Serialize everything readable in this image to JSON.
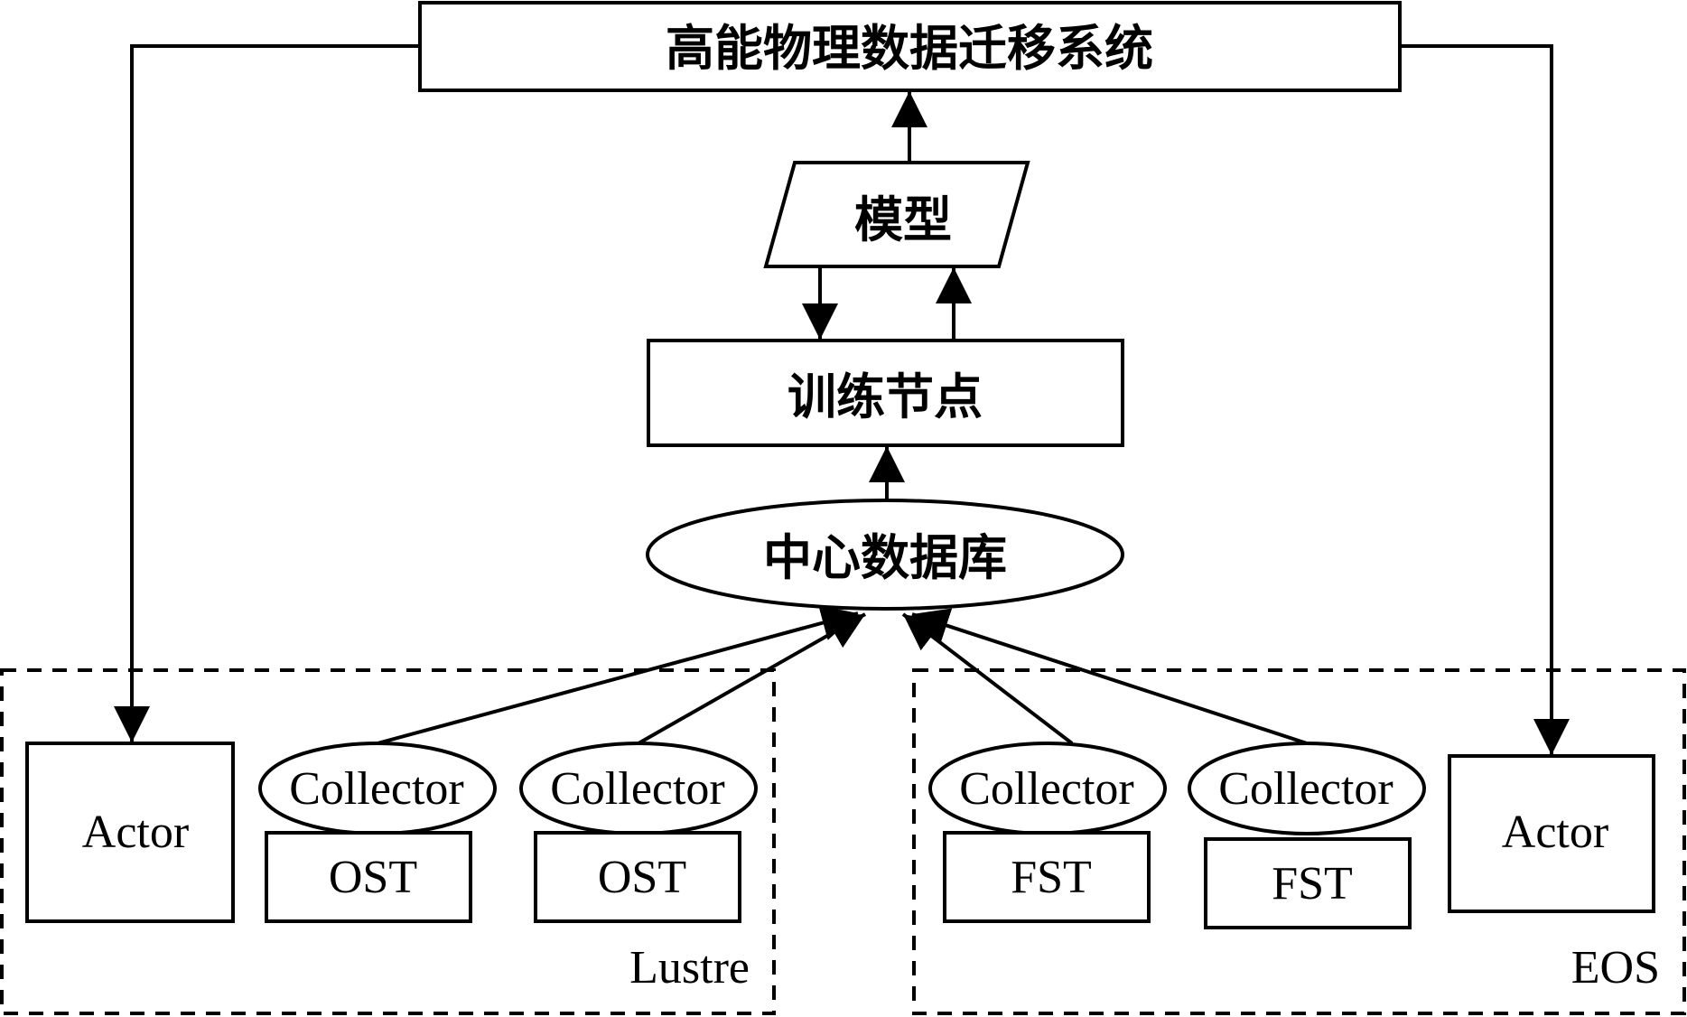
{
  "diagram": {
    "title_box": "高能物理数据迁移系统",
    "model": "模型",
    "training_node": "训练节点",
    "central_db": "中心数据库",
    "lustre": {
      "label": "Lustre",
      "actor": "Actor",
      "collectors": [
        "Collector",
        "Collector"
      ],
      "targets": [
        "OST",
        "OST"
      ]
    },
    "eos": {
      "label": "EOS",
      "actor": "Actor",
      "collectors": [
        "Collector",
        "Collector"
      ],
      "targets": [
        "FST",
        "FST"
      ]
    }
  },
  "colors": {
    "stroke": "#000000",
    "background": "#ffffff"
  }
}
